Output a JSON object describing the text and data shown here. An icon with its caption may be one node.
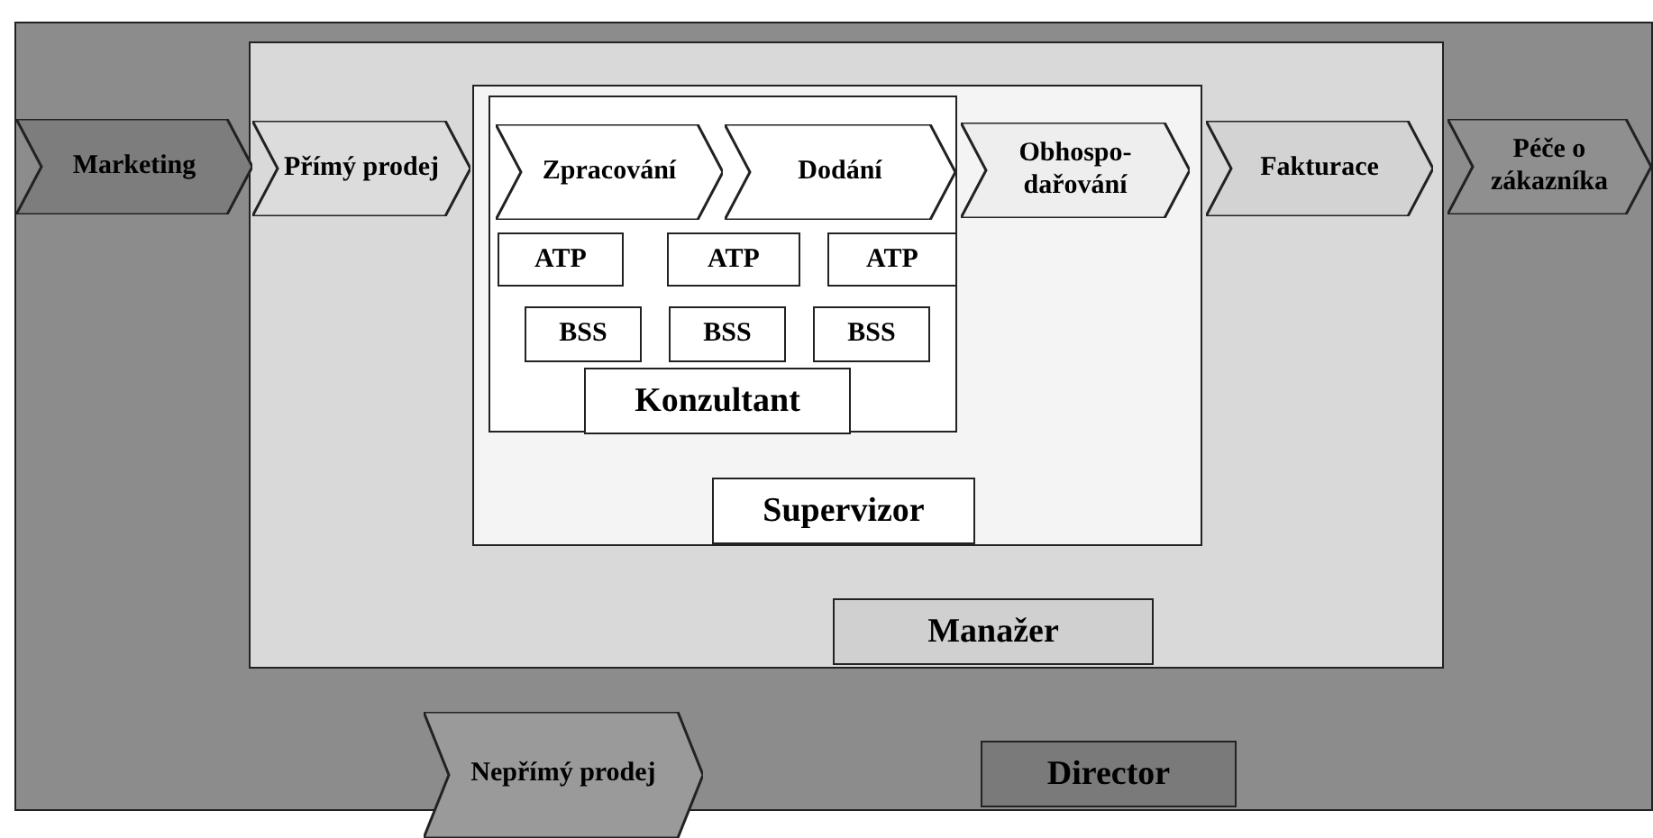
{
  "diagram": {
    "nodes": [
      {
        "text": [
          "Director"
        ]
      },
      {
        "text": [
          "Manažer"
        ],
        "in": 0
      },
      {
        "text": [
          "Marketing"
        ],
        "in": 0
      },
      {
        "text": [
          "Přímý prodej"
        ],
        "in": 1
      },
      {
        "text": [
          "Supervizor"
        ],
        "in": 1
      },
      {
        "text": [
          "Konzultant"
        ],
        "in": 4
      },
      {
        "text": [
          "Zpracování"
        ],
        "in": 5
      },
      {
        "text": [
          "Dodání"
        ],
        "in": 5
      },
      {
        "text": [
          "Obhospo- dařování"
        ],
        "in": 4
      },
      {
        "text": [
          "Fakturace"
        ],
        "in": 1
      },
      {
        "text": [
          "Péče o zákazníka"
        ],
        "in": 0
      },
      {
        "text": [
          "ATP"
        ],
        "in": 5
      },
      {
        "text": [
          "ATP"
        ],
        "in": 5
      },
      {
        "text": [
          "ATP"
        ],
        "in": 5
      },
      {
        "text": [
          "BSS"
        ],
        "in": 5
      },
      {
        "text": [
          "BSS"
        ],
        "in": 5
      },
      {
        "text": [
          "BSS"
        ],
        "in": 5
      },
      {
        "text": [
          "Nepřímý prodej"
        ]
      }
    ],
    "edges": []
  }
}
